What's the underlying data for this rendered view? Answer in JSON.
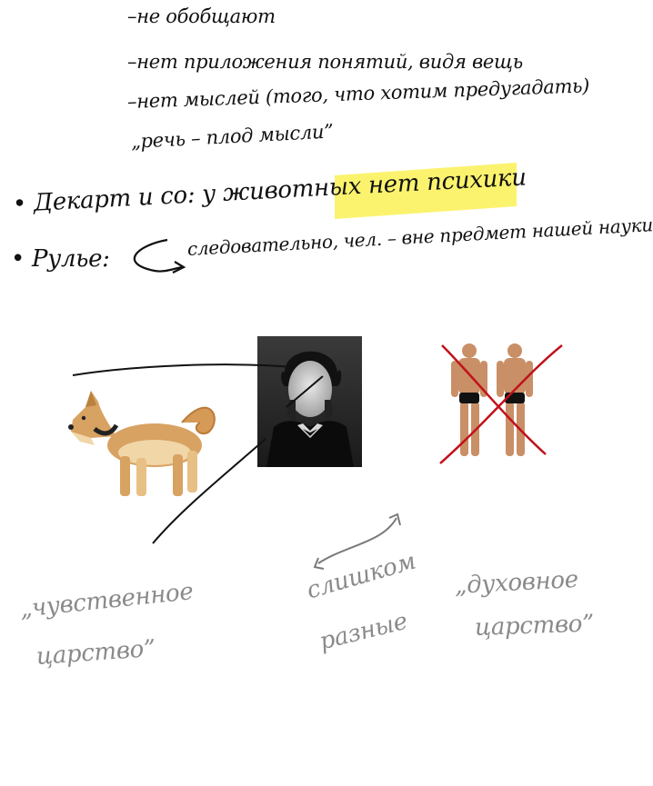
{
  "notes": {
    "line1": "–не обобщают",
    "line2": "–нет приложения понятий, видя вещь",
    "line3": "–нет мыслей (того, что хотим предугадать)",
    "line4": "„речь – плод мысли”",
    "descartes_prefix": "• Декарт и со: у животных",
    "descartes_highlight": "нет психики",
    "roulier_prefix": "• Рулье:",
    "roulier_text": "следовательно, чел. – вне предмет нашей науки"
  },
  "labels": {
    "sensory_kingdom_1": "„чувственное",
    "sensory_kingdom_2": "царство”",
    "too_different_1": "слишком",
    "too_different_2": "разные",
    "spiritual_kingdom_1": "„духовное",
    "spiritual_kingdom_2": "царство”"
  },
  "colors": {
    "ink": "#111111",
    "highlight": "#fbf36d",
    "pencil": "#8a8a8a",
    "cross": "#c0121c"
  },
  "images": {
    "dog": "dog-illustration",
    "portrait": "portrait-photo",
    "human": "human-figures-anatomy"
  }
}
